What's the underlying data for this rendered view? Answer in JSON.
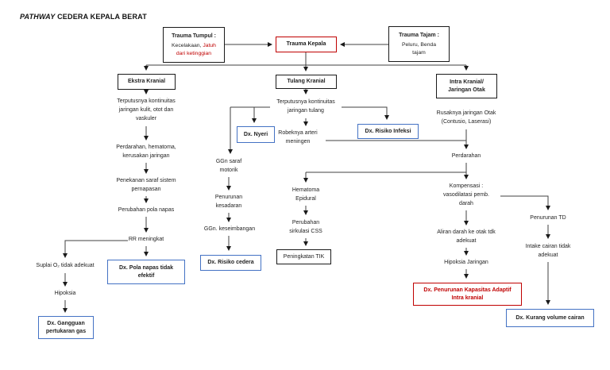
{
  "title": {
    "pathway": "PATHWAY",
    "rest": " CEDERA KEPALA BERAT"
  },
  "colors": {
    "accent_red": "#C00000",
    "accent_blue": "#4472C4",
    "line": "#404040"
  },
  "nodes": {
    "trauma_tumpul": {
      "title": "Trauma Tumpul :",
      "sub_black": "Kecelakaan, ",
      "sub_red": "Jatuh\ndari ketinggian"
    },
    "trauma_kepala": {
      "text": "Trauma Kepala"
    },
    "trauma_tajam": {
      "title": "Trauma Tajam :",
      "sub": "Peluru, Benda\ntajam"
    },
    "ekstra_kranial": {
      "text": "Ekstra Kranial"
    },
    "tulang_kranial": {
      "text": "Tulang Kranial"
    },
    "intra_kranial": {
      "text": "Intra Kranial/\nJaringan Otak"
    },
    "terputus_kulit": {
      "text": "Terputusnya kontinuitas\njaringan kulit, otot dan\nvaskuler"
    },
    "perdarahan_hematoma": {
      "text": "Perdarahan, hematoma,\nkerusakan jaringan"
    },
    "penekanan_saraf": {
      "text": "Penekanan saraf sistem\npernapasan"
    },
    "perubahan_pola": {
      "text": "Perubahan pola napas"
    },
    "rr_meningkat": {
      "text": "RR meningkat"
    },
    "suplai_o2": {
      "text": "Suplai O₂ tidak adekuat"
    },
    "hipoksia": {
      "text": "Hipoksia"
    },
    "dx_gangguan": {
      "text": "Dx. Gangguan\npertukaran gas"
    },
    "dx_pola_napas": {
      "text": "Dx. Pola napas tidak\nefektif"
    },
    "terputus_tulang": {
      "text": "Terputusnya kontinuitas\njaringan tulang"
    },
    "dx_nyeri": {
      "text": "Dx. Nyeri"
    },
    "robeknya": {
      "text": "Robeknya arteri\nmeningen"
    },
    "dx_risiko_infeksi": {
      "text": "Dx. Risiko Infeksi"
    },
    "ggn_saraf": {
      "text": "GGn saraf\nmotorik"
    },
    "penurunan_kesadaran": {
      "text": "Penurunan\nkesadaran"
    },
    "ggn_keseimbangan": {
      "text": "GGn. keseimbangan"
    },
    "dx_risiko_cedera": {
      "text": "Dx. Risiko cedera"
    },
    "hematoma_epidural": {
      "text": "Hematoma\nEpidural"
    },
    "perubahan_css": {
      "text": "Perubahan\nsirkulasi CSS"
    },
    "peningkatan_tik": {
      "text": "Peningkatan TIK"
    },
    "rusaknya": {
      "text": "Rusaknya jaringan Otak\n(Contusio, Laserasi)"
    },
    "perdarahan": {
      "text": "Perdarahan"
    },
    "kompensasi": {
      "text": "Kompensasi :\nvasodilatasi pemb.\ndarah"
    },
    "aliran_darah": {
      "text": "Aliran darah ke otak tdk\nadekuat"
    },
    "hipoksia_jaringan": {
      "text": "Hipoksia Jaringan"
    },
    "dx_penurunan_kapasitas": {
      "text": "Dx. Penurunan Kapasitas Adaptif\nIntra kranial"
    },
    "penurunan_td": {
      "text": "Penurunan TD"
    },
    "intake_cairan": {
      "text": "Intake cairan tidak\nadekuat"
    },
    "dx_kurang_volume": {
      "text": "Dx. Kurang volume cairan"
    }
  }
}
